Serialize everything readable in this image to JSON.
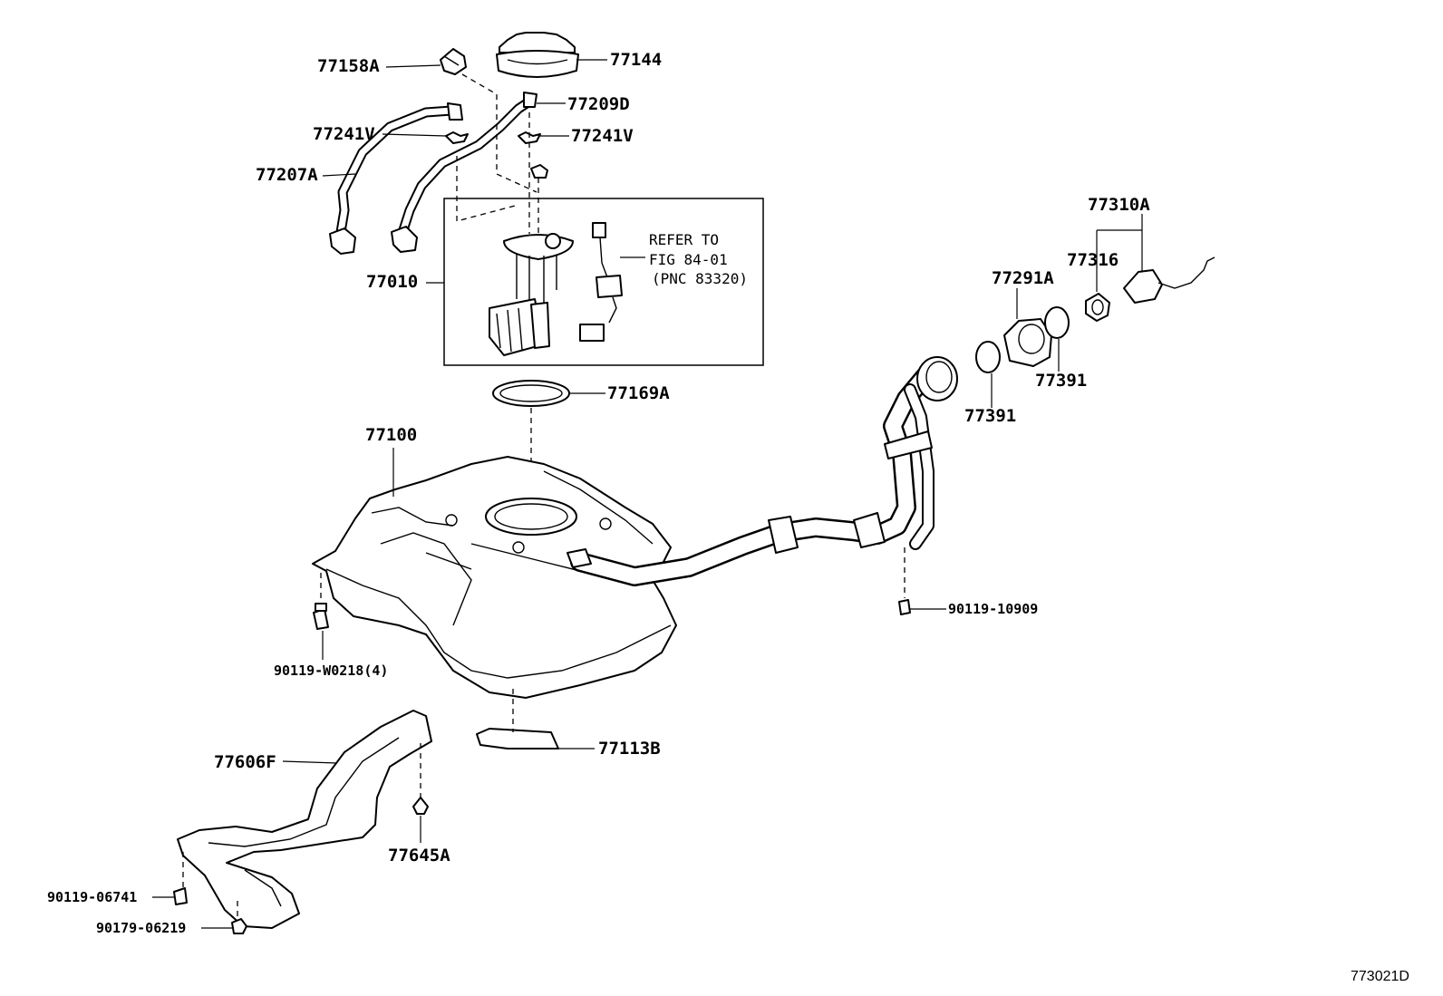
{
  "parts": {
    "p77158A": "77158A",
    "p77144": "77144",
    "p77209D": "77209D",
    "p77241V_left": "77241V",
    "p77241V_right": "77241V",
    "p77207A": "77207A",
    "p77010": "77010",
    "p77169A": "77169A",
    "p77100": "77100",
    "p77310A": "77310A",
    "p77316": "77316",
    "p77291A": "77291A",
    "p77391_a": "77391",
    "p77391_b": "77391",
    "p90119_10909": "90119-10909",
    "p90119_W0218": "90119-W0218(4)",
    "p77113B": "77113B",
    "p77606F": "77606F",
    "p77645A": "77645A",
    "p90119_06741": "90119-06741",
    "p90179_06219": "90179-06219"
  },
  "note": {
    "line1": "REFER TO",
    "line2": "FIG 84-01",
    "line3": "(PNC 83320)"
  },
  "figure_id": "773021D"
}
